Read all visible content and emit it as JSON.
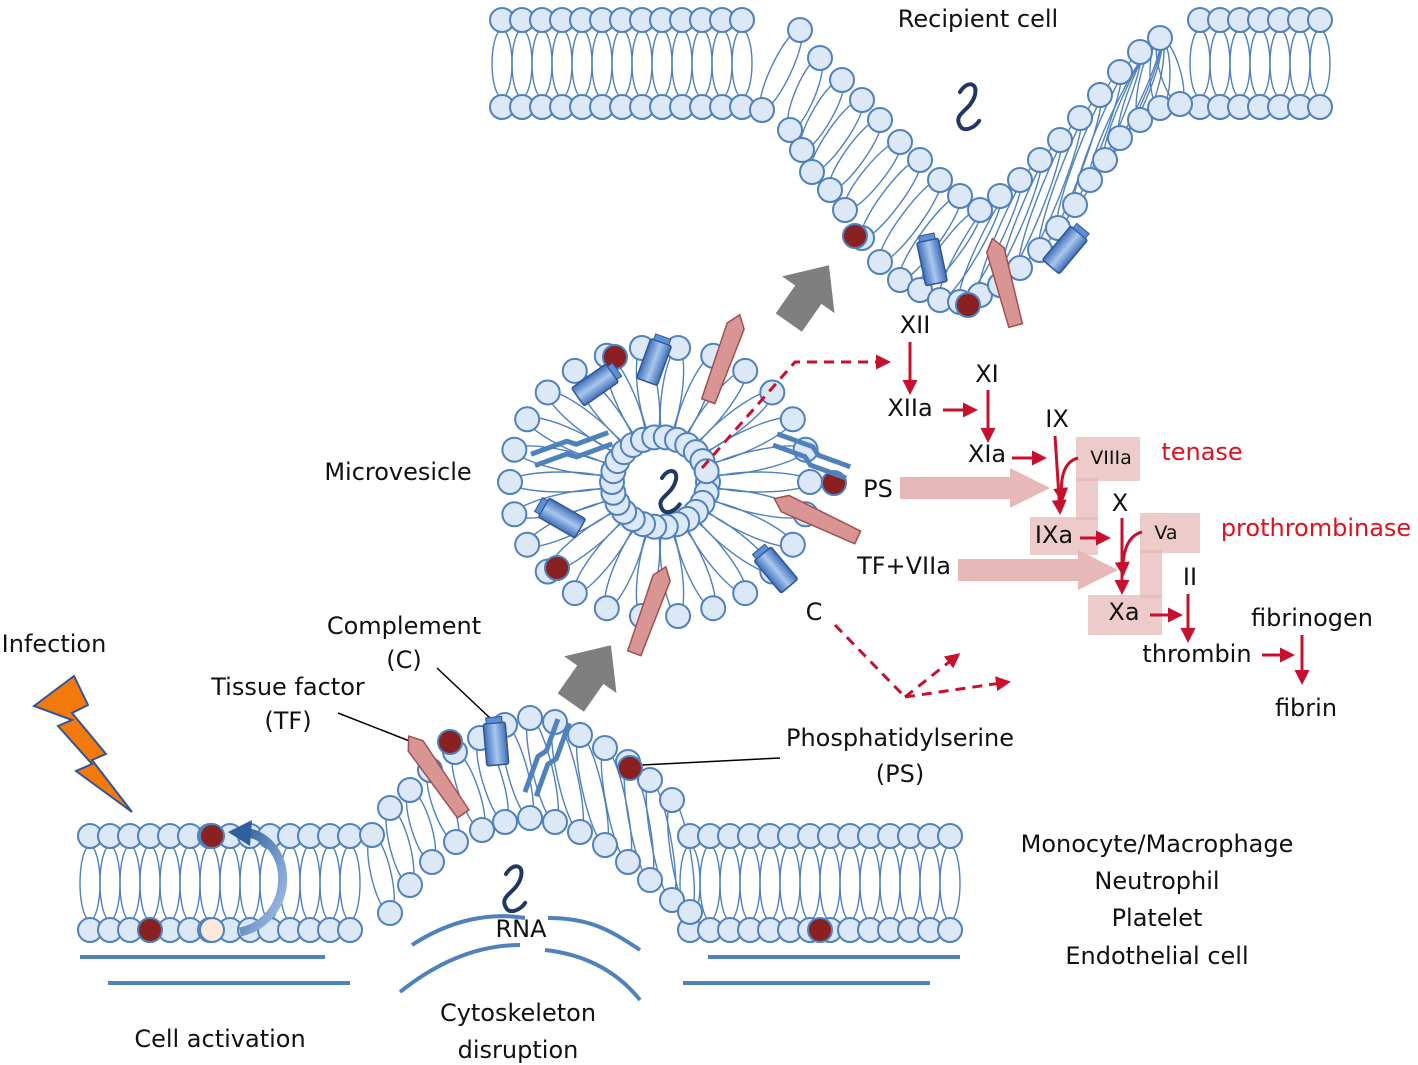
{
  "labels": {
    "recipient_cell": "Recipient cell",
    "microvesicle": "Microvesicle",
    "infection": "Infection",
    "complement_1": "Complement",
    "complement_2": "(C)",
    "tissue_factor_1": "Tissue factor",
    "tissue_factor_2": "(TF)",
    "phosphatidylserine_1": "Phosphatidylserine",
    "phosphatidylserine_2": "(PS)",
    "rna_top": "",
    "rna": "RNA",
    "cell_activation": "Cell activation",
    "cytoskeleton_1": "Cytoskeleton",
    "cytoskeleton_2": "disruption",
    "c_short": "C",
    "ps_short": "PS",
    "tf_viia": "TF+VIIa"
  },
  "cell_types": [
    "Monocyte/Macrophage",
    "Neutrophil",
    "Platelet",
    "Endothelial cell"
  ],
  "cascade": {
    "xii": "XII",
    "xiia": "XIIa",
    "xi": "XI",
    "xia": "XIa",
    "ix": "IX",
    "ixa": "IXa",
    "viiia": "VIIIa",
    "tenase": "tenase",
    "x": "X",
    "va": "Va",
    "prothrombinase": "prothrombinase",
    "xa": "Xa",
    "ii": "II",
    "thrombin": "thrombin",
    "fibrinogen": "fibrinogen",
    "fibrin": "fibrin"
  },
  "colors": {
    "lipid_head_fill": "#dce8f6",
    "lipid_stroke": "#4f81bd",
    "ps_fill": "#8b2020",
    "tissue_factor_fill": "#d99594",
    "complement_fill": "#5b8fd6",
    "arrow_gray": "#7f7f7f",
    "cascade_red": "#c8102e",
    "label_red": "#e0101e",
    "enzyme_box": "#e6b9b8",
    "infection_orange": "#f4790b"
  }
}
